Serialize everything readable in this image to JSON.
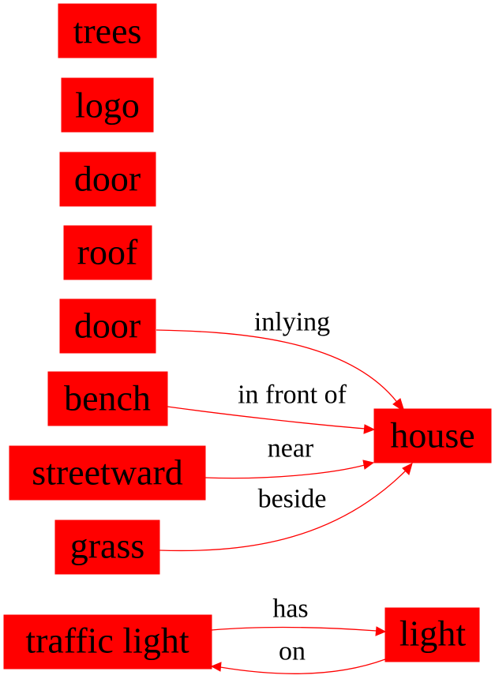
{
  "colors": {
    "node_fill": "#ff0000",
    "edge": "#ff0000",
    "text": "#000000",
    "background": "#ffffff"
  },
  "nodes": {
    "trees": "trees",
    "logo": "logo",
    "door_1": "door",
    "roof": "roof",
    "door_2": "door",
    "bench": "bench",
    "streetward": "streetward",
    "grass": "grass",
    "house": "house",
    "traffic_light": "traffic light",
    "light": "light"
  },
  "edges": {
    "door_house": "inlying",
    "bench_house": "in front of",
    "streetward_house": "near",
    "grass_house": "beside",
    "traffic_light_light": "has",
    "light_traffic_light": "on"
  }
}
